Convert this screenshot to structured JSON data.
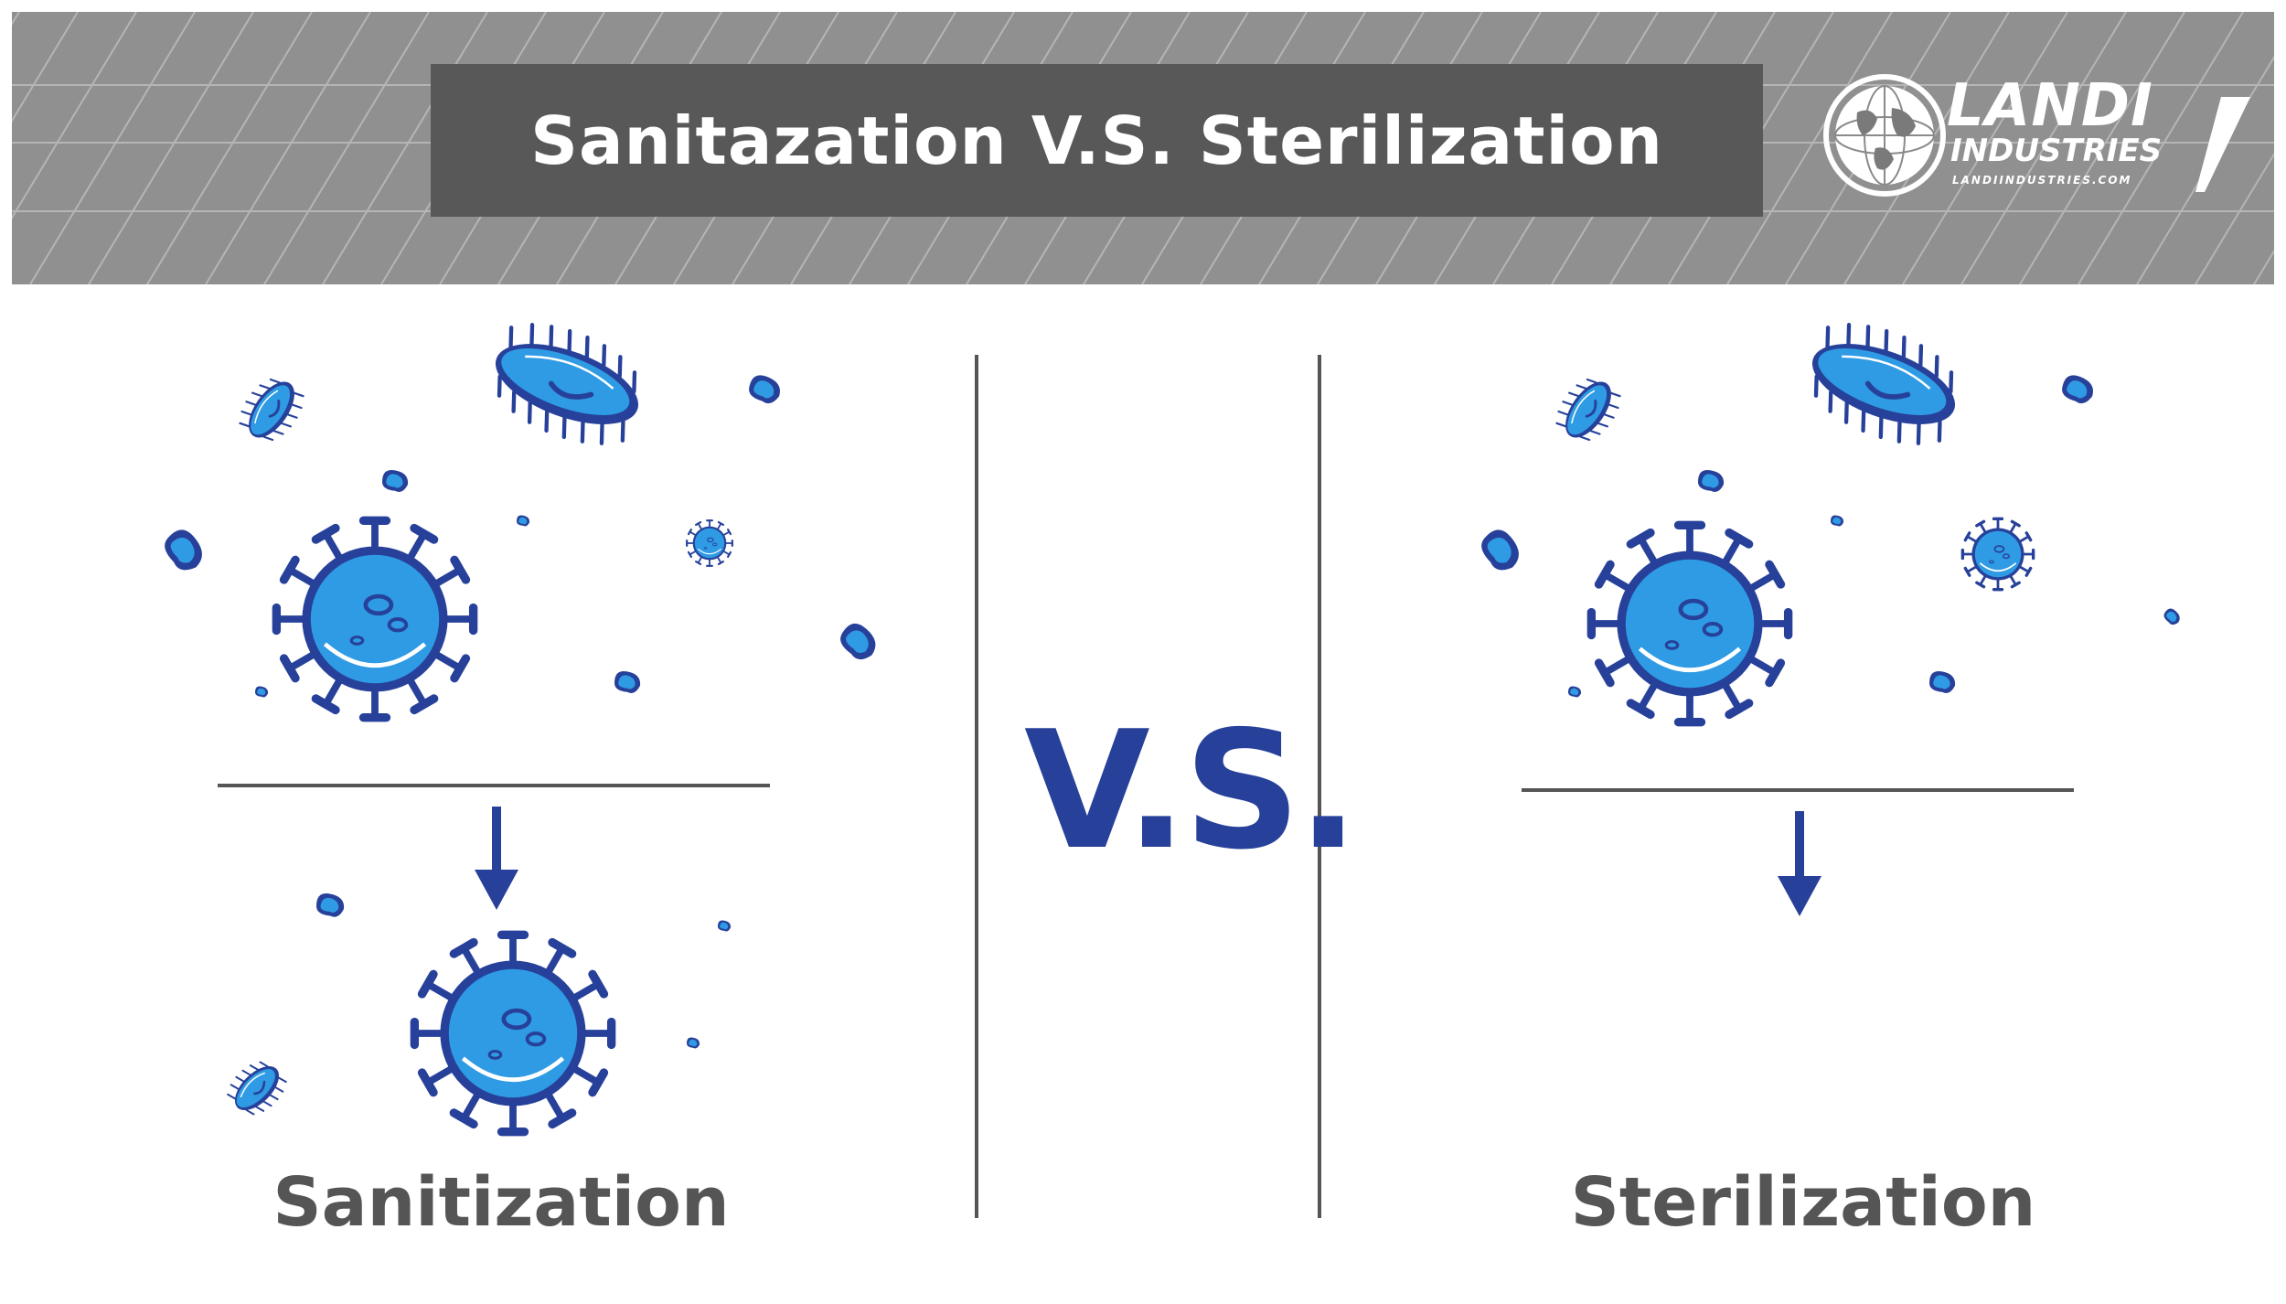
{
  "header": {
    "title": "Sanitazation V.S. Sterilization"
  },
  "logo": {
    "name": "LANDI",
    "subtitle": "INDUSTRIES",
    "url": "LANDIINDUSTRIES.COM"
  },
  "center": {
    "vs_label": "V.S."
  },
  "panels": {
    "left_label": "Sanitization",
    "right_label": "Sterilization"
  },
  "colors": {
    "banner": "#909090",
    "title_box": "#585858",
    "germ_fill": "#2e9be4",
    "germ_outline": "#27419a",
    "accent_blue": "#27419a",
    "label_gray": "#555555"
  },
  "icons": [
    "globe-icon",
    "bacterium-icon",
    "virus-icon",
    "droplet-icon",
    "down-arrow-icon"
  ]
}
